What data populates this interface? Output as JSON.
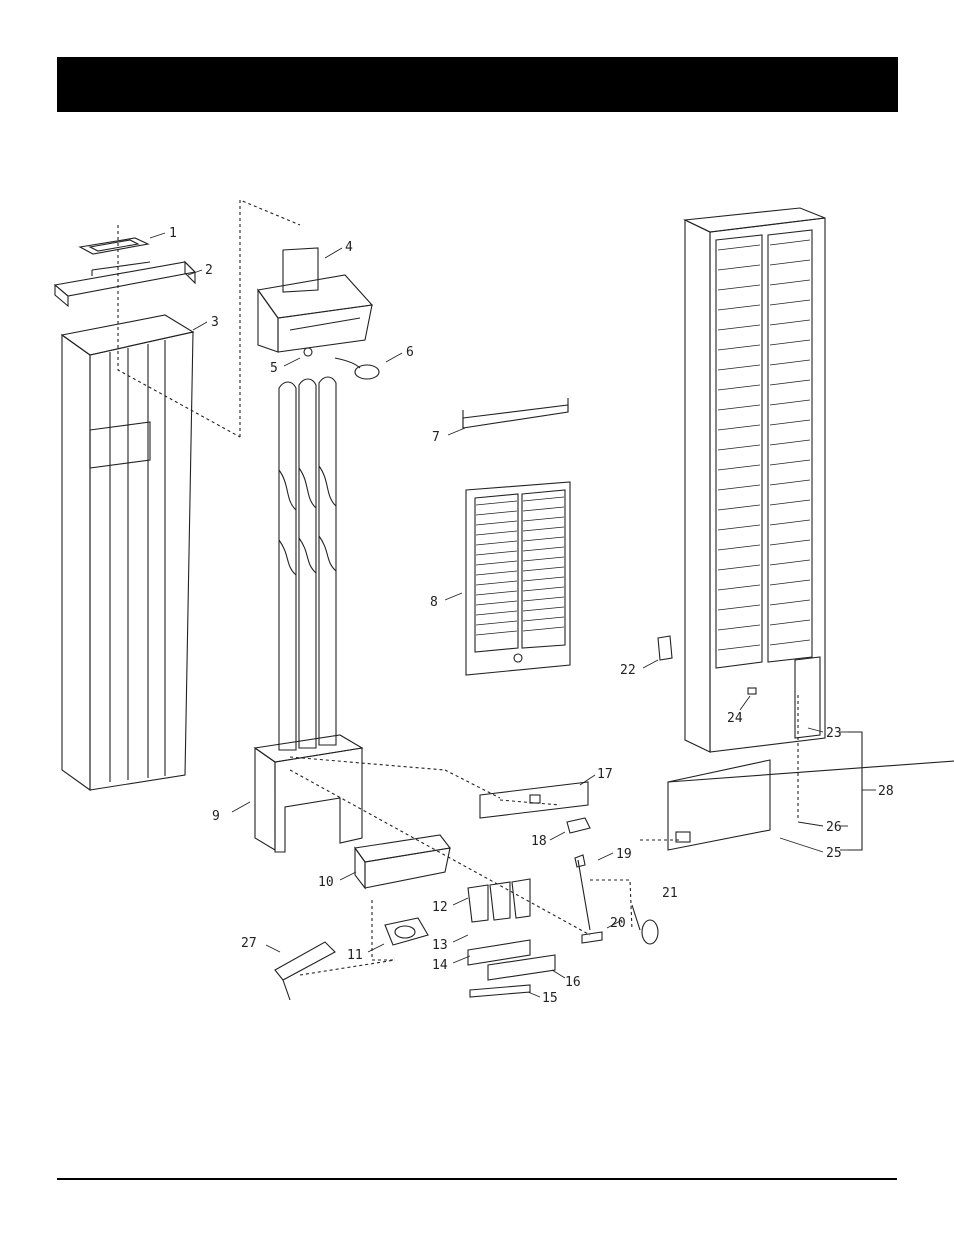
{
  "header": {
    "title": ""
  },
  "callouts": [
    "1",
    "2",
    "3",
    "4",
    "5",
    "6",
    "7",
    "8",
    "9",
    "10",
    "11",
    "12",
    "13",
    "14",
    "15",
    "16",
    "17",
    "18",
    "19",
    "20",
    "21",
    "22",
    "23",
    "24",
    "25",
    "26",
    "27",
    "28"
  ],
  "colors": {
    "header_bar": "#000000",
    "line": "#222222",
    "background": "#ffffff"
  }
}
